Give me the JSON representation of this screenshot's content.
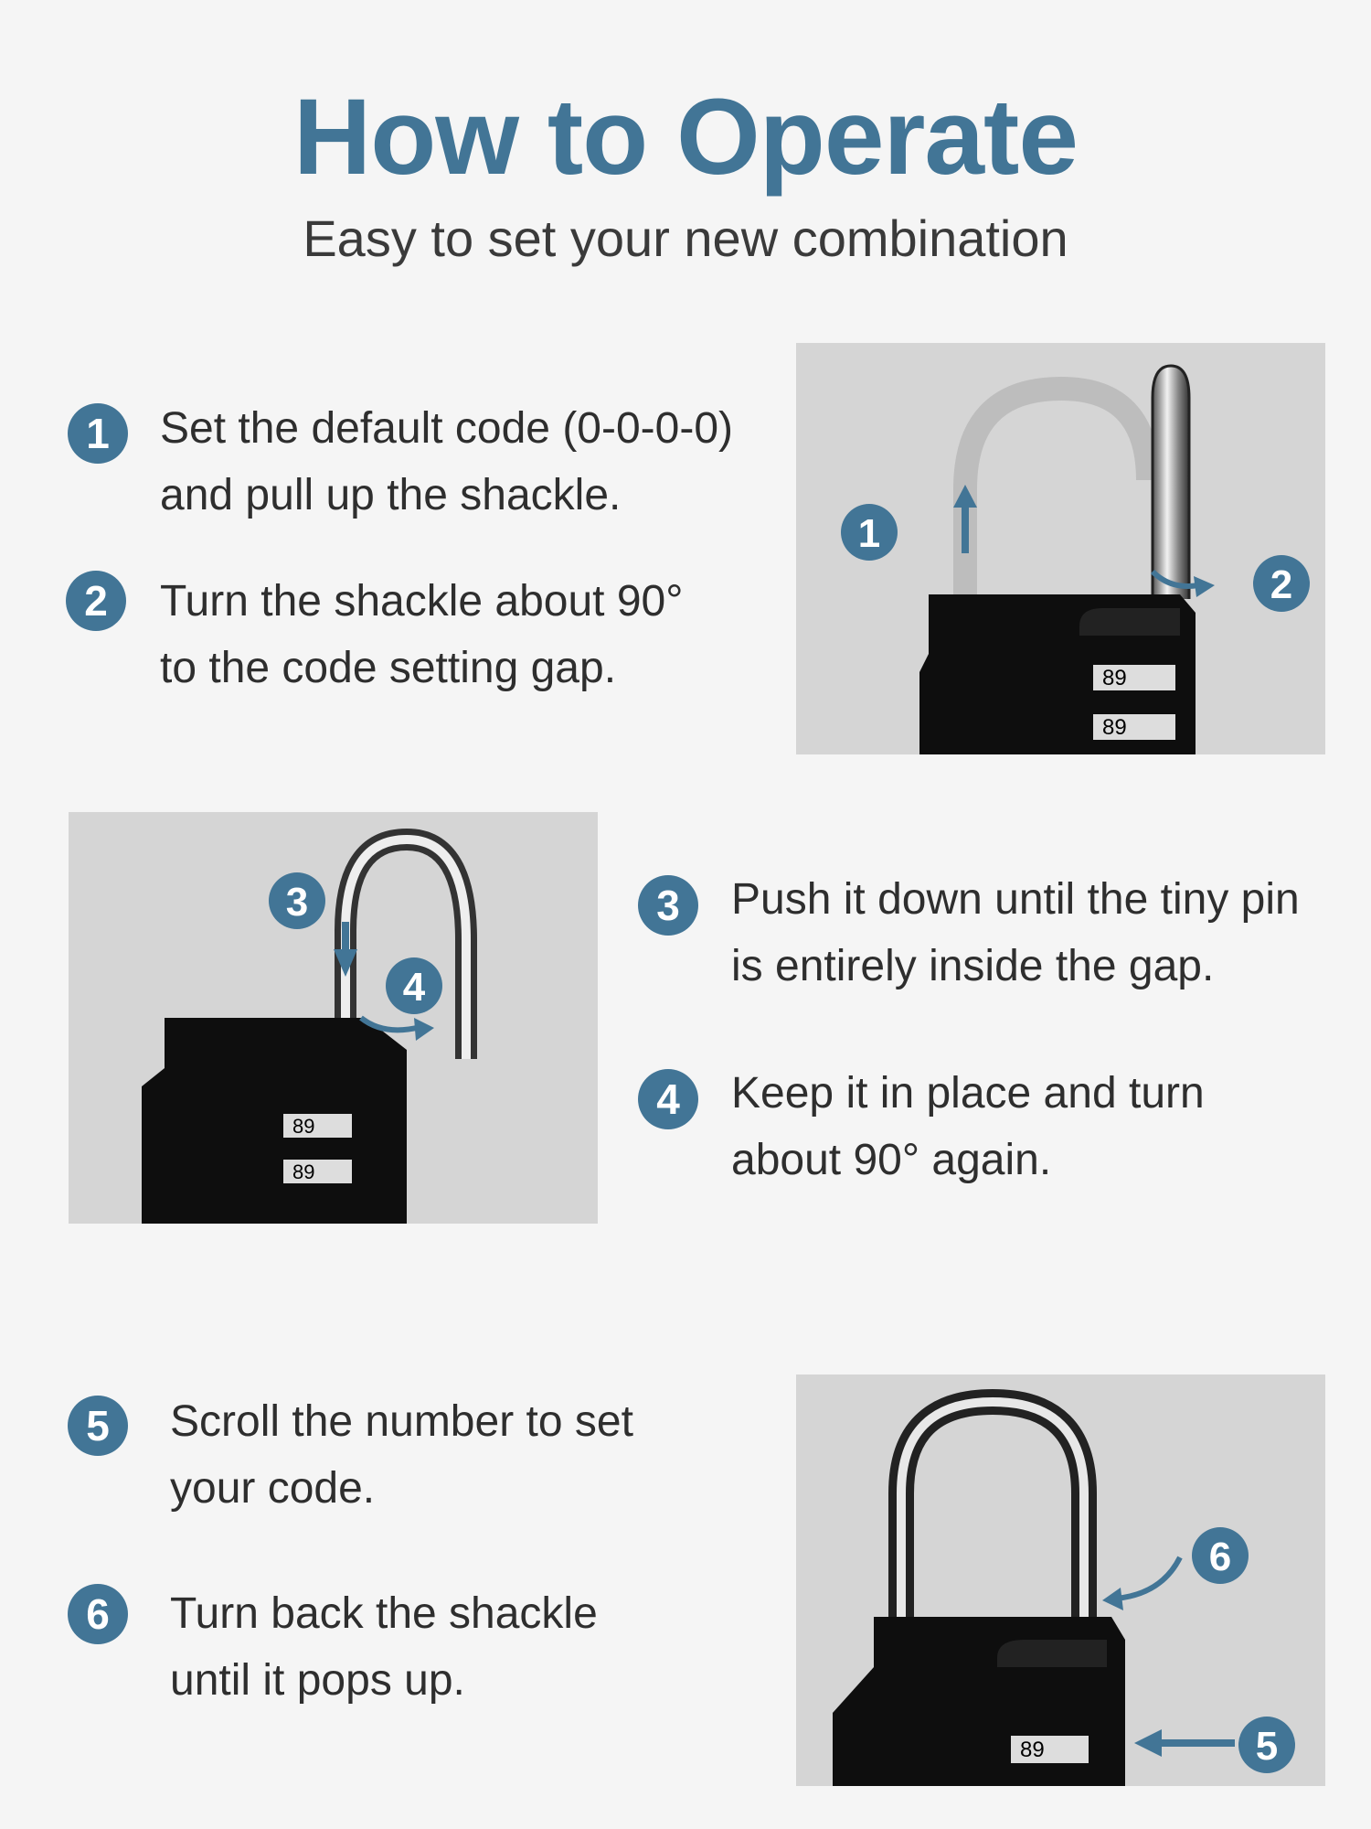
{
  "header": {
    "title": "How to Operate",
    "subtitle": "Easy to set your new combination"
  },
  "accent_color": "#427596",
  "steps": [
    {
      "number": "1",
      "line1": "Set the default code (0-0-0-0)",
      "line2": "and pull up the shackle."
    },
    {
      "number": "2",
      "line1": "Turn the shackle about 90°",
      "line2": "to the code setting gap."
    },
    {
      "number": "3",
      "line1": "Push it down until the tiny pin",
      "line2": "is entirely inside the gap."
    },
    {
      "number": "4",
      "line1": "Keep it in place and turn",
      "line2": "about 90° again."
    },
    {
      "number": "5",
      "line1": "Scroll the number to set",
      "line2": "your code."
    },
    {
      "number": "6",
      "line1": "Turn back the shackle",
      "line2": "until it pops up."
    }
  ],
  "photos": {
    "dial_digits": "89"
  }
}
